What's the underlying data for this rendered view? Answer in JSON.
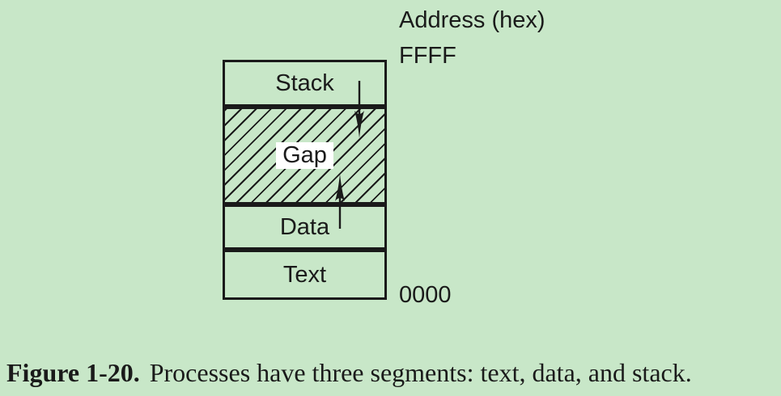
{
  "diagram": {
    "axis_title": "Address (hex)",
    "address_top": "FFFF",
    "address_bottom": "0000",
    "segments": [
      {
        "label": "Stack"
      },
      {
        "label": "Gap"
      },
      {
        "label": "Data"
      },
      {
        "label": "Text"
      }
    ],
    "arrows": [
      {
        "name": "stack-growth-arrow",
        "direction": "down"
      },
      {
        "name": "data-growth-arrow",
        "direction": "up"
      }
    ]
  },
  "caption": {
    "figure_label": "Figure 1-20.",
    "text": "Processes have three segments: text, data, and stack."
  },
  "colors": {
    "background": "#c8e7c8",
    "ink": "#1a1a1a",
    "gap_label_background": "#ffffff"
  }
}
